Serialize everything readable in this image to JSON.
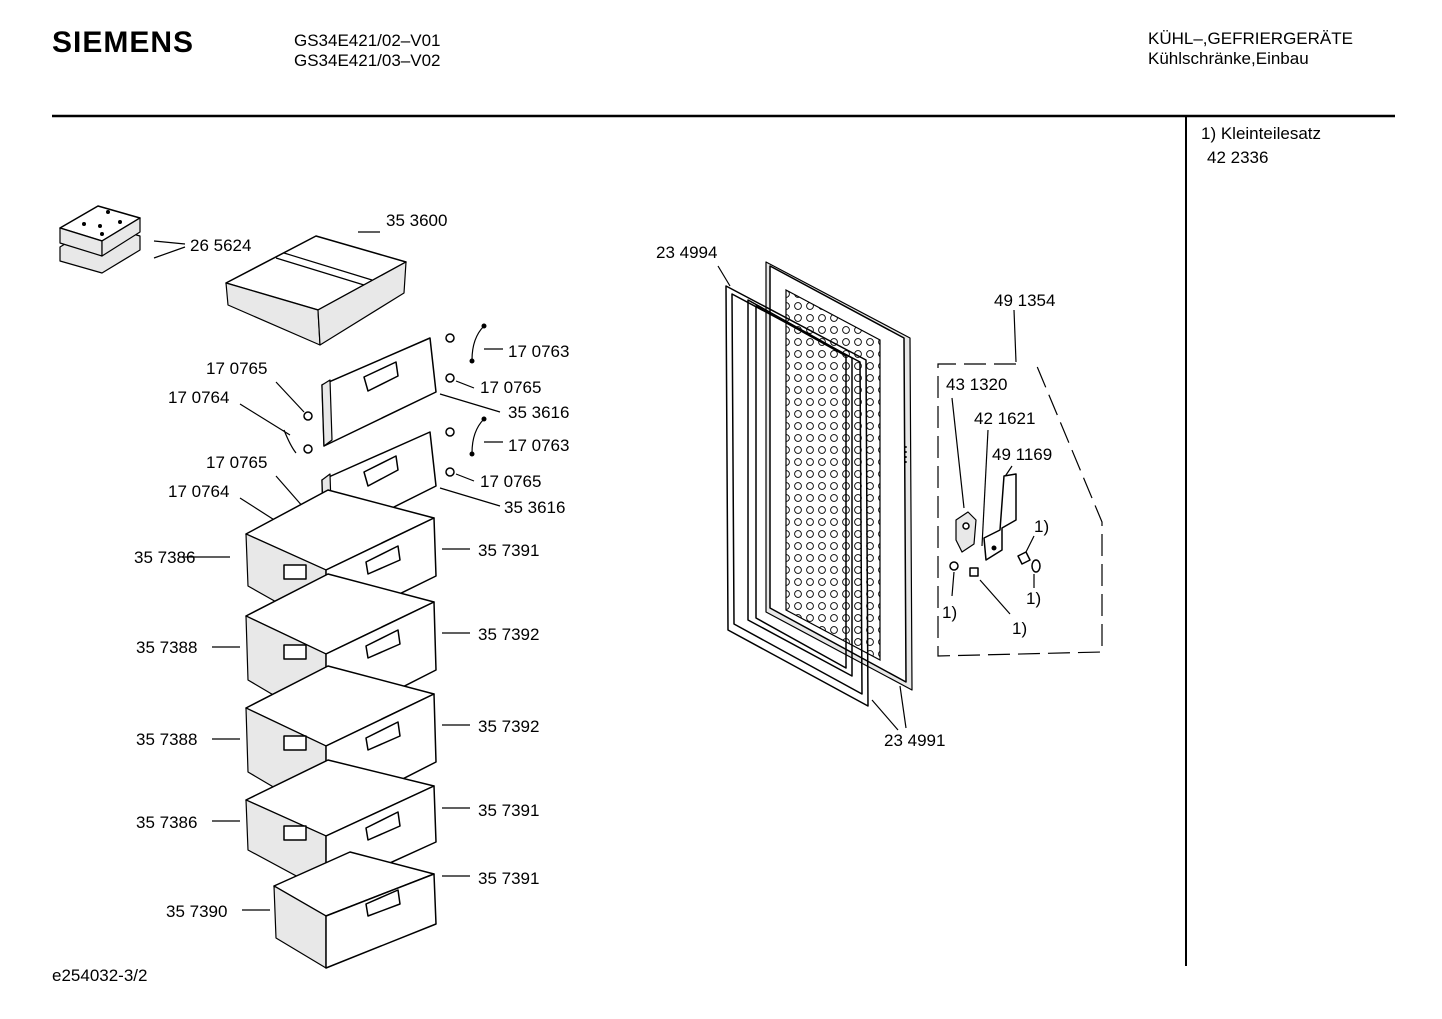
{
  "header": {
    "brand": "SIEMENS",
    "models": [
      "GS34E421/02–V01",
      "GS34E421/03–V02"
    ],
    "category": "KÜHL–,GEFRIERGERÄTE",
    "subcategory": "Kühlschränke,Einbau"
  },
  "side_note": {
    "line1": "1) Kleinteilesatz",
    "line2": "42 2336"
  },
  "footer": {
    "doc_id": "e254032-3/2"
  },
  "callouts": {
    "c265624": "26 5624",
    "c353600": "35 3600",
    "c170763a": "17 0763",
    "c170765a": "17 0765",
    "c170765b": "17 0765",
    "c170764a": "17 0764",
    "c353616a": "35 3616",
    "c170763b": "17 0763",
    "c170765c": "17 0765",
    "c170765d": "17 0765",
    "c170764b": "17 0764",
    "c353616b": "35 3616",
    "c357386a": "35 7386",
    "c357391a": "35 7391",
    "c357388a": "35 7388",
    "c357392a": "35 7392",
    "c357388b": "35 7388",
    "c357392b": "35 7392",
    "c357386b": "35 7386",
    "c357391b": "35 7391",
    "c357390": "35 7390",
    "c357391c": "35 7391",
    "c234994": "23 4994",
    "c234991": "23 4991",
    "c491354": "49 1354",
    "c431320": "43 1320",
    "c421621": "42 1621",
    "c491169": "49 1169",
    "n1a": "1)",
    "n1b": "1)",
    "n1c": "1)",
    "n1d": "1)"
  }
}
